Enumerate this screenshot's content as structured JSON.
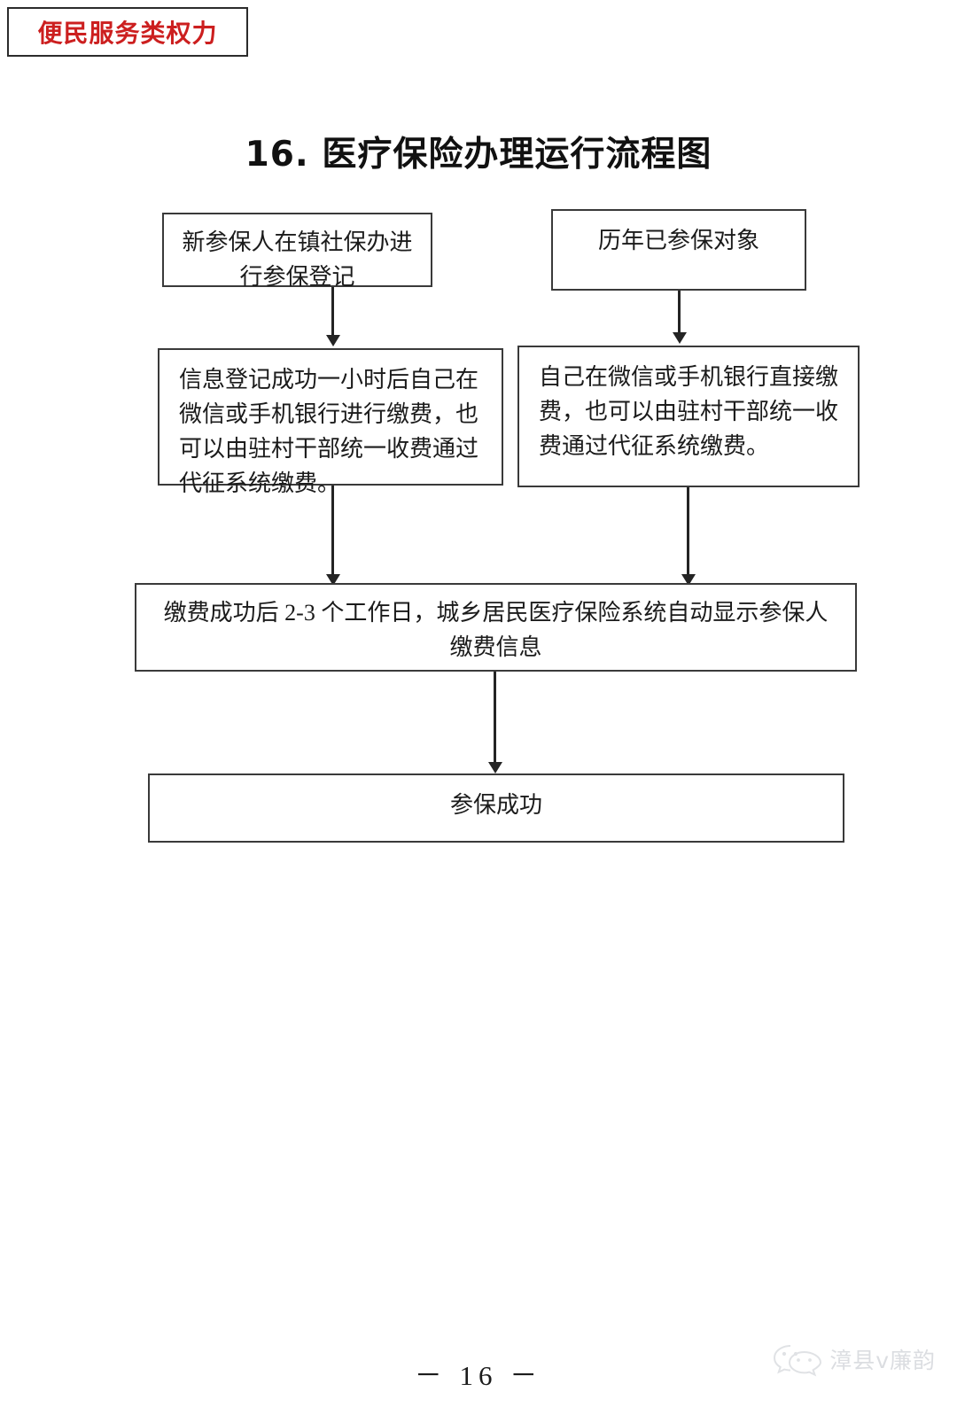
{
  "badge": {
    "label": "便民服务类权力",
    "color": "#cc1f1f"
  },
  "title": "16. 医疗保险办理运行流程图",
  "flowchart": {
    "type": "flowchart",
    "nodes": [
      {
        "id": "new-registration",
        "text": "新参保人在镇社保办进行参保登记",
        "column": "left",
        "row": 1
      },
      {
        "id": "existing-insured",
        "text": "历年已参保对象",
        "column": "right",
        "row": 1
      },
      {
        "id": "new-payment",
        "text": "信息登记成功一小时后自己在微信或手机银行进行缴费，也可以由驻村干部统一收费通过代征系统缴费。",
        "column": "left",
        "row": 2
      },
      {
        "id": "existing-payment",
        "text": "自己在微信或手机银行直接缴费，也可以由驻村干部统一收费通过代征系统缴费。",
        "column": "right",
        "row": 2
      },
      {
        "id": "system-display",
        "text": "缴费成功后 2-3 个工作日，城乡居民医疗保险系统自动显示参保人缴费信息",
        "column": "full",
        "row": 3
      },
      {
        "id": "success",
        "text": "参保成功",
        "column": "full",
        "row": 4
      }
    ],
    "edges": [
      {
        "from": "new-registration",
        "to": "new-payment"
      },
      {
        "from": "existing-insured",
        "to": "existing-payment"
      },
      {
        "from": "new-payment",
        "to": "system-display"
      },
      {
        "from": "existing-payment",
        "to": "system-display"
      },
      {
        "from": "system-display",
        "to": "success"
      }
    ]
  },
  "footer": {
    "page_number": "－ 16 －",
    "watermark": "漳县v廉韵",
    "watermark_icon": "wechat-icon"
  }
}
